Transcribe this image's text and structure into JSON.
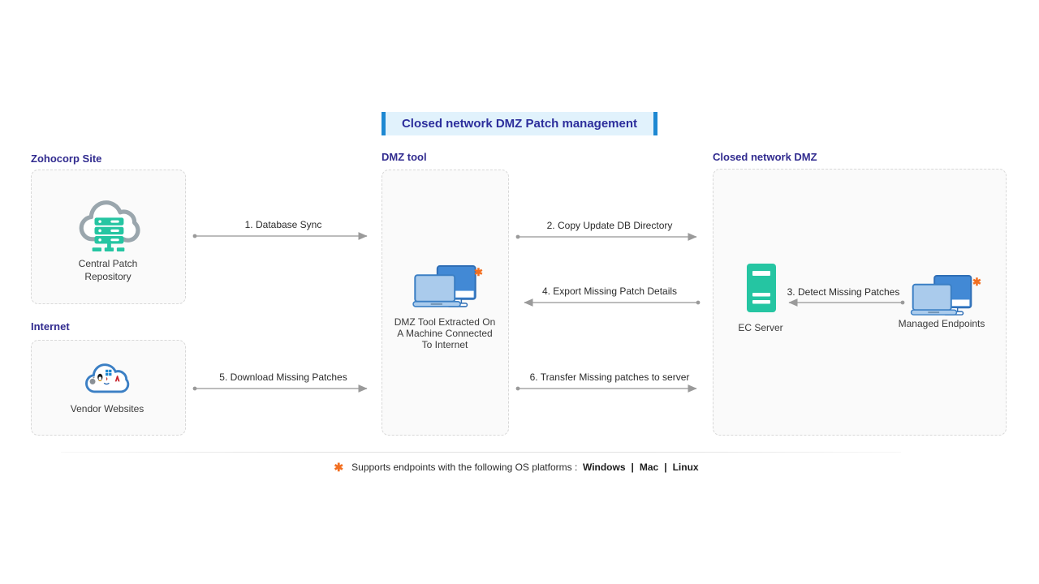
{
  "title": {
    "text": "Closed network DMZ Patch management"
  },
  "sections": {
    "zohocorp_site": {
      "label": "Zohocorp Site"
    },
    "internet": {
      "label": "Internet"
    },
    "dmz_tool": {
      "label": "DMZ tool"
    },
    "closed_network_dmz": {
      "label": "Closed network DMZ"
    }
  },
  "nodes": {
    "central_patch_repository": {
      "icon": "cloud-server-icon",
      "line1": "Central Patch",
      "line2": "Repository"
    },
    "vendor_websites": {
      "icon": "vendor-cloud-icon",
      "label": "Vendor Websites"
    },
    "dmz_tool_machine": {
      "icon": "laptop-monitor-icon",
      "asterisk": "✱",
      "line1": "DMZ Tool Extracted On",
      "line2": "A Machine Connected",
      "line3": "To Internet"
    },
    "ec_server": {
      "icon": "server-tower-icon",
      "label": "EC Server"
    },
    "managed_endpoints": {
      "icon": "laptop-monitor-icon",
      "asterisk": "✱",
      "label": "Managed Endpoints"
    }
  },
  "arrows": [
    {
      "label": "1. Database Sync",
      "direction": "right"
    },
    {
      "label": "2. Copy Update DB Directory",
      "direction": "right"
    },
    {
      "label": "3. Detect Missing Patches",
      "direction": "left"
    },
    {
      "label": "4. Export Missing Patch Details",
      "direction": "left"
    },
    {
      "label": "5. Download Missing Patches",
      "direction": "right"
    },
    {
      "label": "6. Transfer Missing patches to server",
      "direction": "right"
    }
  ],
  "footer": {
    "asterisk": "✱",
    "text": "Supports endpoints with the following OS platforms :",
    "platforms": [
      "Windows",
      "Mac",
      "Linux"
    ],
    "separator": "|"
  },
  "colors": {
    "accent_blue": "#1e88d2",
    "banner_bg": "#e1f2fc",
    "heading_indigo": "#312b8f",
    "green": "#25c5a2",
    "orange": "#f26f21",
    "arrow_gray": "#a0a0a0"
  }
}
